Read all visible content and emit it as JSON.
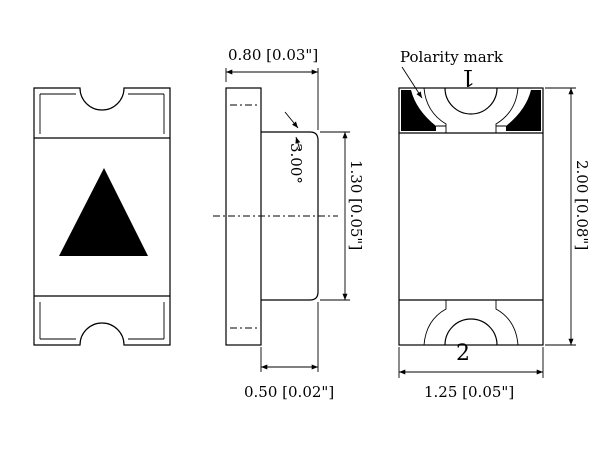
{
  "labels": {
    "width_side": "0.80 [0.03\"]",
    "angle": "3.00°",
    "inner_height": "1.30 [0.05\"]",
    "height": "2.00 [0.08\"]",
    "pad_width": "0.50 [0.02\"]",
    "width": "1.25 [0.05\"]",
    "polarity": "Polarity mark",
    "pin1": "1",
    "pin2": "2"
  },
  "colors": {
    "line": "#000000",
    "fill": "#000000",
    "background": "#ffffff"
  }
}
